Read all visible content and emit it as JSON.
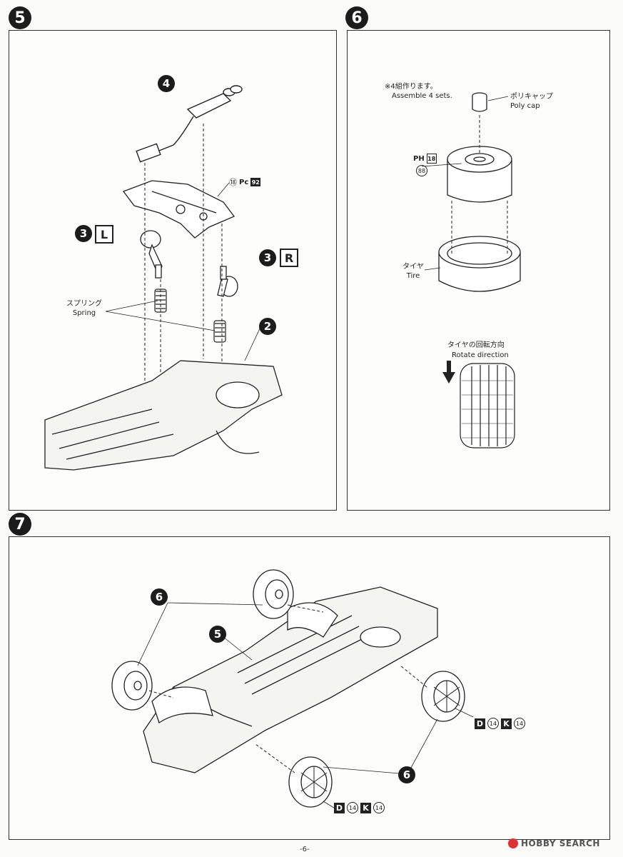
{
  "steps": {
    "s5": "5",
    "s6": "6",
    "s7": "7"
  },
  "step5": {
    "ref4": "4",
    "ref2": "2",
    "ref3": "3",
    "left_side": "L",
    "right_side": "R",
    "spring_jp": "スプリング",
    "spring_en": "Spring",
    "part_num": "⑱",
    "part_code": "Pc",
    "part_code_num": "92"
  },
  "step6": {
    "note_jp": "※4組作ります。",
    "note_en": "Assemble 4 sets.",
    "polycap_jp": "ポリキャップ",
    "polycap_en": "Poly cap",
    "part_ph": "PH",
    "part_ph_num": "18",
    "part_88": "88",
    "tire_jp": "タイヤ",
    "tire_en": "Tire",
    "rotate_jp": "タイヤの回転方向",
    "rotate_en": "Rotate direction"
  },
  "step7": {
    "ref6": "6",
    "ref5": "5",
    "d_label": "D",
    "d_num": "14",
    "k_label": "K",
    "k_num": "14"
  },
  "footer": {
    "page": "-6-",
    "watermark": "HOBBY SEARCH"
  },
  "colors": {
    "ink": "#1c1c1c",
    "paper": "#fbfbf9",
    "ghost": "#bbbbbb"
  }
}
